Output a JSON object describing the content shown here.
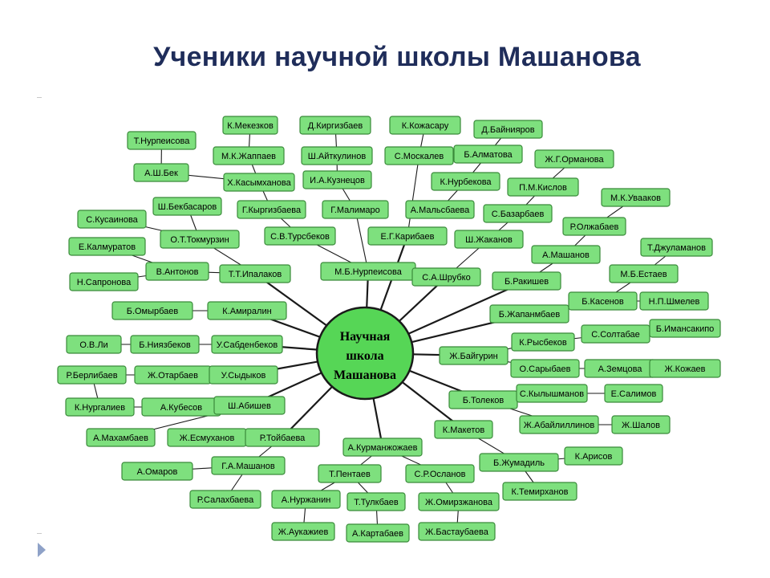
{
  "title": "Ученики научной школы Машанова",
  "center_label": [
    "Научная",
    "школа",
    "Машанова"
  ],
  "nodes": {
    "n1": "Т.Нурпеисова",
    "n2": "А.Ш.Бек",
    "n3": "К.Мекезков",
    "n4": "М.К.Жаппаев",
    "n5": "Х.Касымханова",
    "n6": "Д.Киргизбаев",
    "n7": "Ш.Айткулинов",
    "n8": "И.А.Кузнецов",
    "n9": "К.Кожасару",
    "n10": "С.Москалев",
    "n11": "Д.Байнияров",
    "n12": "Б.Алматова",
    "n13": "Ж.Г.Орманова",
    "n14": "К.Нурбекова",
    "n15": "П.М.Кислов",
    "n16": "Ш.Бекбасаров",
    "n17": "Г.Кыргизбаева",
    "n18": "Г.Малимаро",
    "n19": "А.Мальсбаева",
    "n20": "С.Базарбаев",
    "n21": "М.К.Увааков",
    "n22": "С.Кусаинова",
    "n23": "О.Т.Токмурзин",
    "n24": "С.В.Турсбеков",
    "n25": "Е.Г.Карибаев",
    "n26": "Ш.Жаканов",
    "n27": "Р.Олжабаев",
    "n28": "Е.Калмуратов",
    "n29": "Т.Джуламанов",
    "n30": "А.Машанов",
    "n31": "В.Антонов",
    "n32": "Т.Т.Ипалаков",
    "n33": "М.Б.Нурпеисова",
    "n34": "С.А.Шрубко",
    "n35": "М.Б.Естаев",
    "n36": "Н.Сапронова",
    "n37": "Б.Ракишев",
    "n38": "Б.Омырбаев",
    "n39": "К.Амиралин",
    "n40": "Б.Жапанмбаев",
    "n41": "Б.Касенов",
    "n42": "Н.П.Шмелев",
    "n43": "С.Солтабае",
    "n44": "Б.Имансакипо",
    "n45": "О.В.Ли",
    "n46": "Б.Ниязбеков",
    "n47": "У.Сабденбеков",
    "n48": "К.Рысбеков",
    "n49": "Ж.Байгурин",
    "n50": "Р.Берлибаев",
    "n51": "Ж.Отарбаев",
    "n52": "У.Сыдыков",
    "n53": "О.Сарыбаев",
    "n54": "А.Земцова",
    "n55": "Ж.Кожаев",
    "n56": "К.Нургалиев",
    "n57": "А.Кубесов",
    "n58": "Ш.Абишев",
    "n59": "Б.Толеков",
    "n60": "С.Кылышманов",
    "n61": "Е.Салимов",
    "n62": "А.Махамбаев",
    "n63": "Ж.Есмуханов",
    "n64": "Р.Тойбаева",
    "n65": "А.Курманжожаев",
    "n66": "К.Макетов",
    "n67": "Ж.Абайлиллинов",
    "n68": "Ж.Шалов",
    "n69": "А.Омаров",
    "n70": "Г.А.Машанов",
    "n71": "Т.Пентаев",
    "n72": "С.Р.Осланов",
    "n73": "Б.Жумадиль",
    "n74": "К.Арисов",
    "n75": "Р.Салахбаева",
    "n76": "А.Нуржанин",
    "n77": "Т.Тулкбаев",
    "n78": "Ж.Омирзжанова",
    "n79": "К.Темирханов",
    "n80": "Ж.Аукажиев",
    "n81": "А.Картабаев",
    "n82": "Ж.Бастаубаева"
  },
  "colors": {
    "title": "#1f2d5a",
    "node_fill": "#7ee07e",
    "node_border": "#3a8a3a",
    "center_fill": "#56d656",
    "lines": "#1a1a1a"
  }
}
